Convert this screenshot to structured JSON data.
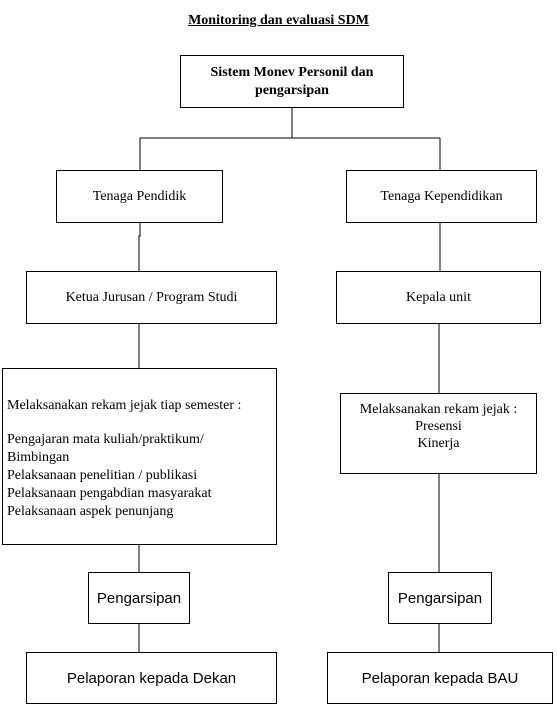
{
  "title": "Monitoring dan evaluasi SDM",
  "root": {
    "line1": "Sistem Monev Personil dan",
    "line2": "pengarsipan"
  },
  "left": {
    "category": "Tenaga Pendidik",
    "supervisor": "Ketua Jurusan / Program Studi",
    "activity_heading": "Melaksanakan rekam jejak tiap semester :",
    "activity_items": [
      "Pengajaran mata kuliah/praktikum/",
      "Bimbingan",
      "Pelaksanaan penelitian / publikasi",
      "Pelaksanaan pengabdian masyarakat",
      "Pelaksanaan aspek penunjang"
    ],
    "archive": "Pengarsipan",
    "report": "Pelaporan kepada Dekan"
  },
  "right": {
    "category": "Tenaga Kependidikan",
    "supervisor": "Kepala unit",
    "activity_heading": "Melaksanakan rekam jejak :",
    "activity_items": [
      "Presensi",
      "Kinerja"
    ],
    "archive": "Pengarsipan",
    "report": "Pelaporan kepada BAU"
  }
}
